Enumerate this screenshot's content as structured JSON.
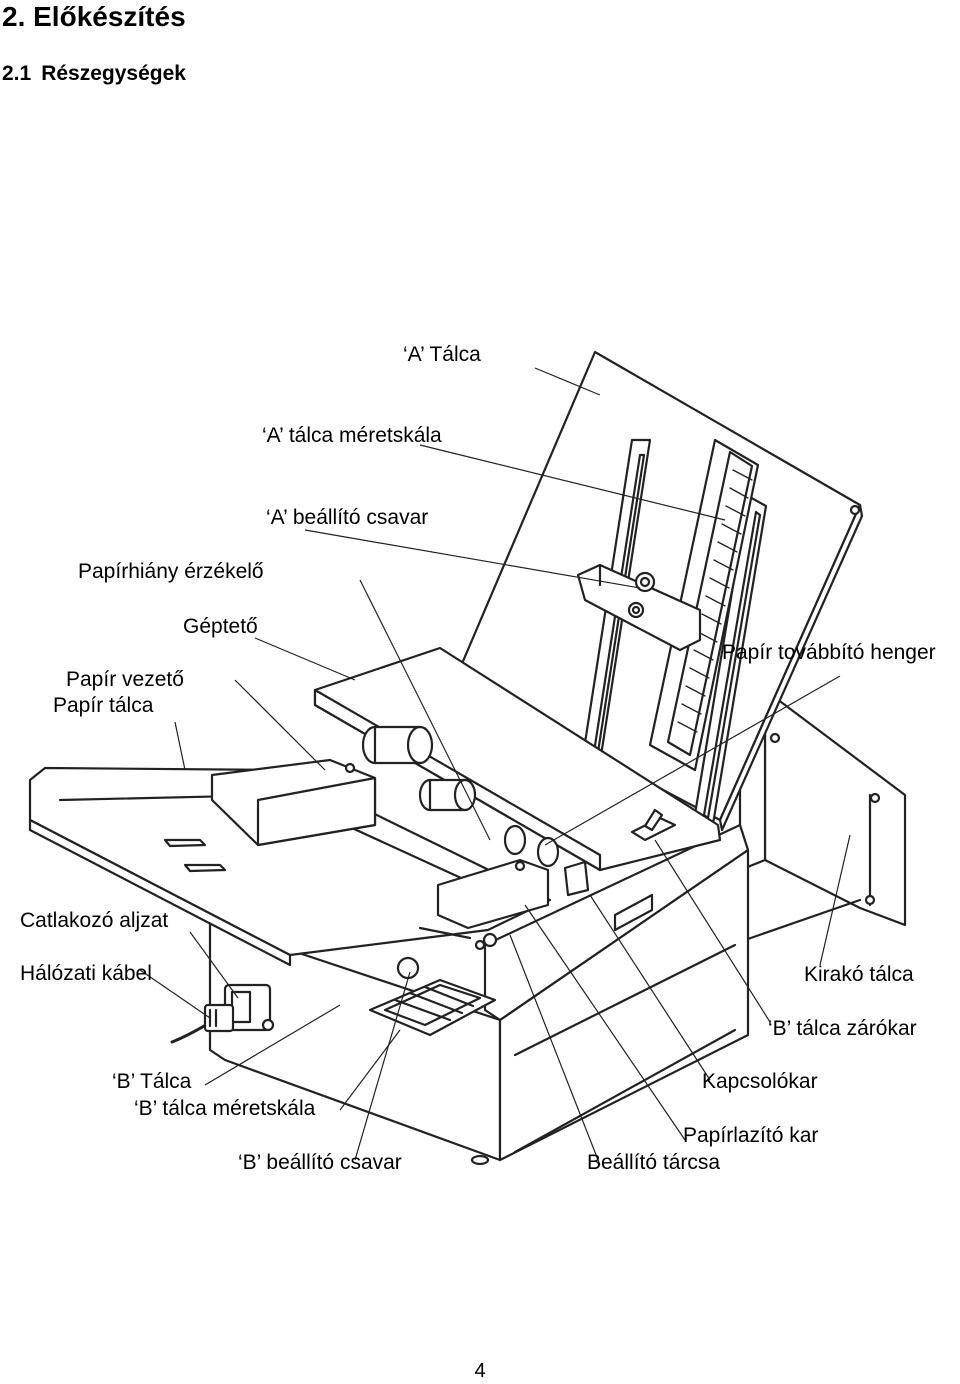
{
  "heading": "2. Előkészítés",
  "subheading": {
    "number": "2.1",
    "title": "Részegységek"
  },
  "labels": {
    "a_talca": "‘A’ Tálca",
    "a_talca_meretskala": "‘A’ tálca méretskála",
    "a_beallito_csavar": "‘A’ beállító csavar",
    "papirhiany_erzekelo": "Papírhiány érzékelő",
    "gepteto": "Géptető",
    "papir_vezeto": "Papír vezető",
    "papir_talca": "Papír tálca",
    "papir_tovabbito_henger": "Papír továbbító henger",
    "catlakozo_aljzat": "Catlakozó aljzat",
    "halozati_kabel": "Hálózati kábel",
    "kirako_talca": "Kirakó tálca",
    "b_talca_zarokar": "‘B’ tálca zárókar",
    "b_talca": "‘B’ Tálca",
    "b_talca_meretskala": "‘B’ tálca méretskála",
    "b_beallito_csavar": "‘B’ beállító csavar",
    "kapcsolokar": "Kapcsolókar",
    "papirlazito_kar": "Papírlazító kar",
    "beallito_tarcsa": "Beállító tárcsa"
  },
  "page_number": "4"
}
